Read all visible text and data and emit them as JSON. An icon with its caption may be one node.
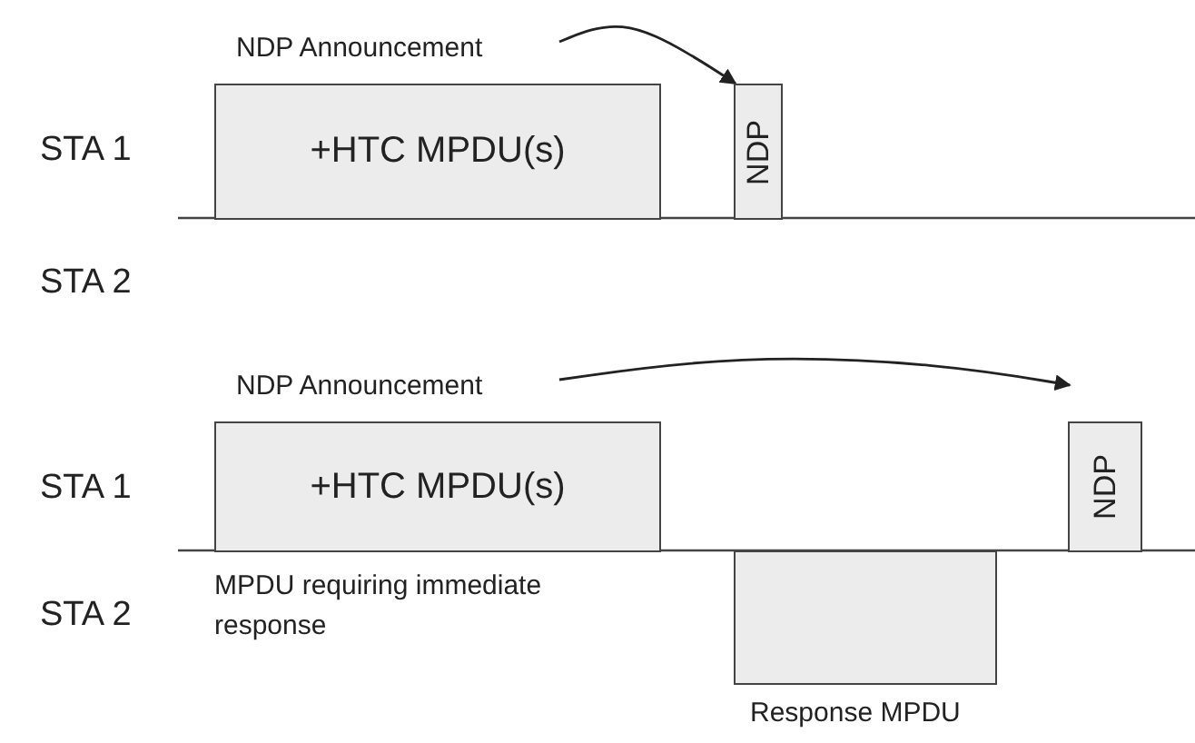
{
  "diagram": {
    "nodes": [
      {
        "text": [
          "NDP Announcement",
          "+HTC MPDU(s)"
        ]
      },
      {
        "text": [
          "NDP"
        ]
      },
      {
        "text": [
          "NDP Announcement",
          "+HTC MPDU(s)"
        ],
        "beside": [
          "MPDU requiring immediate response"
        ]
      },
      {
        "text": [],
        "shape": "box",
        "beside": [
          "Response MPDU"
        ]
      },
      {
        "text": [
          "NDP"
        ]
      }
    ],
    "edges": [
      {
        "from": 0,
        "to": 1,
        "arrow": "to"
      },
      {
        "from": 2,
        "to": 4,
        "arrow": "to"
      }
    ],
    "labels": [
      "STA 1",
      "STA 2",
      "STA 1",
      "STA 2"
    ]
  }
}
